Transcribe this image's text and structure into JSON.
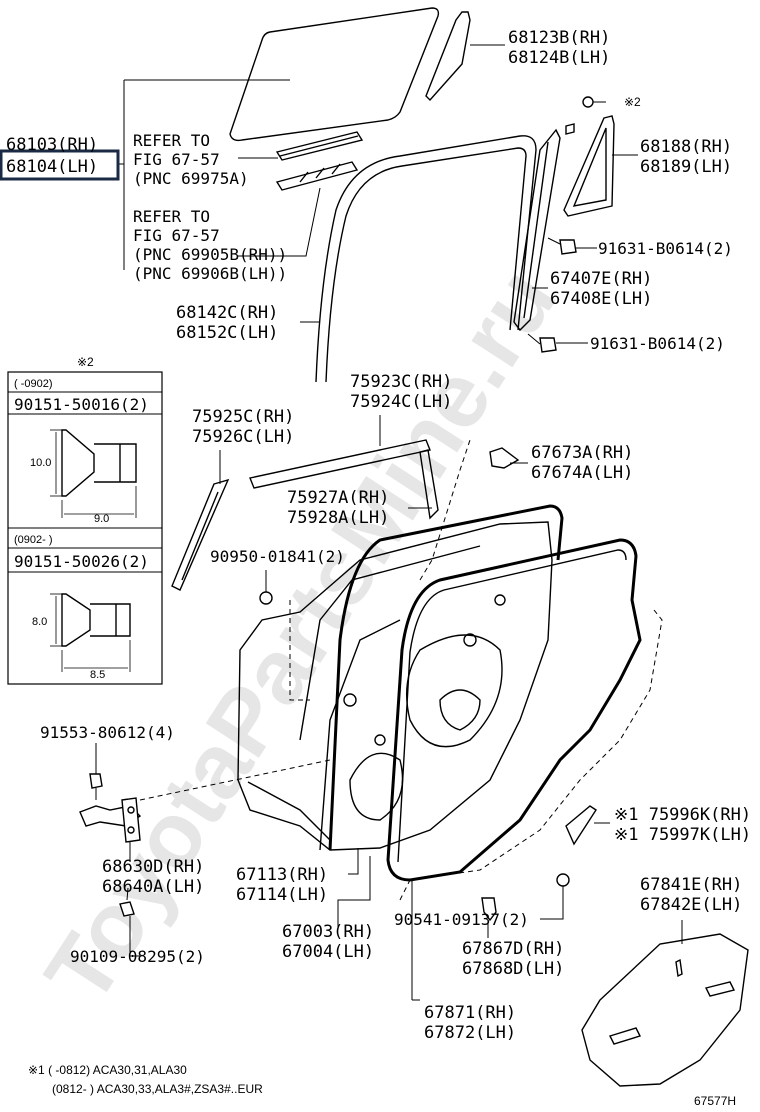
{
  "watermark": "ToyotaPartsMine.ru",
  "selected_part": "68104(LH)",
  "labels": {
    "p68103": "68103(RH)",
    "p68104": "68104(LH)",
    "refer1_a": "REFER TO",
    "refer1_b": "FIG 67-57",
    "refer1_c": "(PNC 69975A)",
    "refer2_a": "REFER TO",
    "refer2_b": "FIG 67-57",
    "refer2_c": "(PNC 69905B(RH))",
    "refer2_d": "(PNC 69906B(LH))",
    "p68123": "68123B(RH)",
    "p68124": "68124B(LH)",
    "star2_top": "※2",
    "p68188": "68188(RH)",
    "p68189": "68189(LH)",
    "p91631_a": "91631-B0614(2)",
    "p67407": "67407E(RH)",
    "p67408": "67408E(LH)",
    "p91631_b": "91631-B0614(2)",
    "p68142": "68142C(RH)",
    "p68152": "68152C(LH)",
    "p75923": "75923C(RH)",
    "p75924": "75924C(LH)",
    "p75925": "75925C(RH)",
    "p75926": "75926C(LH)",
    "p67673": "67673A(RH)",
    "p67674": "67674A(LH)",
    "p75927": "75927A(RH)",
    "p75928": "75928A(LH)",
    "p90950": "90950-01841(2)",
    "p91553": "91553-80612(4)",
    "p75996": "※1 75996K(RH)",
    "p75997": "※1 75997K(LH)",
    "p68630": "68630D(RH)",
    "p68640": "68640A(LH)",
    "p67113": "67113(RH)",
    "p67114": "67114(LH)",
    "p67841": "67841E(RH)",
    "p67842": "67842E(LH)",
    "p90541": "90541-09137(2)",
    "p90109": "90109-08295(2)",
    "p67003": "67003(RH)",
    "p67004": "67004(LH)",
    "p67867": "67867D(RH)",
    "p67868": "67868D(LH)",
    "p67871": "67871(RH)",
    "p67872": "67872(LH)"
  },
  "inset": {
    "header": "※2",
    "range1": "(       -0902)",
    "part1": "90151-50016(2)",
    "dim1_h": "10.0",
    "dim1_w": "9.0",
    "range2": "(0902-       )",
    "part2": "90151-50026(2)",
    "dim2_h": "8.0",
    "dim2_w": "8.5"
  },
  "footnote": {
    "line1": "※1 (      -0812) ACA30,31,ALA30",
    "line2": "(0812-      ) ACA30,33,ALA3#,ZSA3#..EUR"
  },
  "figure_number": "67577H"
}
